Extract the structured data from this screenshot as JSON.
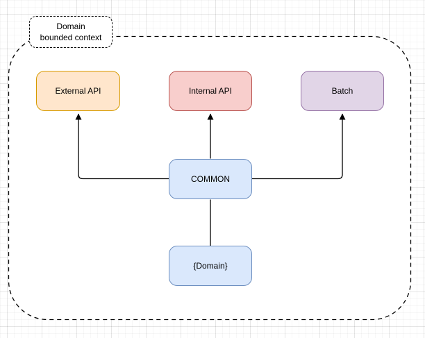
{
  "diagram": {
    "type": "flowchart",
    "bounded_context": {
      "label_line1": "Domain",
      "label_line2": "bounded context"
    },
    "nodes": [
      {
        "id": "external-api",
        "label": "External API",
        "fill": "#ffe6cc",
        "stroke": "#d79b00"
      },
      {
        "id": "internal-api",
        "label": "Internal API",
        "fill": "#f8cecc",
        "stroke": "#b85450"
      },
      {
        "id": "batch",
        "label": "Batch",
        "fill": "#e1d5e7",
        "stroke": "#9673a6"
      },
      {
        "id": "common",
        "label": "COMMON",
        "fill": "#dae8fc",
        "stroke": "#6c8ebf"
      },
      {
        "id": "domain",
        "label": "{Domain}",
        "fill": "#dae8fc",
        "stroke": "#6c8ebf"
      }
    ],
    "edges": [
      {
        "from": "common",
        "to": "external-api",
        "arrow": "arrowhead"
      },
      {
        "from": "common",
        "to": "internal-api",
        "arrow": "arrowhead"
      },
      {
        "from": "common",
        "to": "batch",
        "arrow": "arrowhead"
      },
      {
        "from": "domain",
        "to": "common",
        "arrow": "none"
      }
    ],
    "colors": {
      "edge": "#000000",
      "container_border": "#000000",
      "container_fill": "#ffffff"
    }
  }
}
